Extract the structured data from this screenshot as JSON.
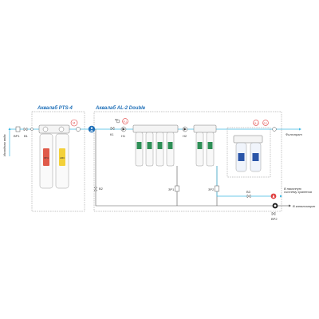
{
  "diagram": {
    "left_title": "Аквалаб PTS-4",
    "right_title": "Аквалаб AL-2 Double",
    "inlet_label": "Исходная вода",
    "permeate_label": "Фильтрат",
    "tank_label_line1": "В накопную",
    "tank_label_line2": "систему хранения",
    "drain_label": "В канализацию",
    "valves": {
      "bp1": "ВР1",
      "v1": "В1",
      "k1": "К1",
      "n1": "Н1",
      "n2": "Н2",
      "v2": "В2",
      "v3": "В3",
      "zp1": "ЗР1",
      "zp2": "ЗР2",
      "bp2": "ВР2"
    },
    "gauges": {
      "m1": "М",
      "pl1": "PL1",
      "pl2": "PL2",
      "ql1": "QL1",
      "p1": "ФС"
    },
    "cartridges": {
      "left1": "ФП1",
      "left2": "АФС"
    },
    "colors": {
      "water_line": "#3fb9e3",
      "drain_line": "#555555",
      "title": "#1e6fb8",
      "cartridge_red": "#e05a4a",
      "cartridge_yellow": "#f3d13a",
      "cartridge_green": "#2f8f57",
      "cartridge_blue": "#2a55a8",
      "indicator_red": "#e03c3c",
      "pump_blue": "#1e6fb8"
    }
  }
}
